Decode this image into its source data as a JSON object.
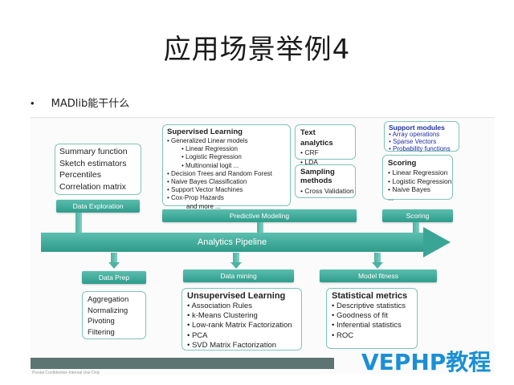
{
  "slide": {
    "title": "应用场景举例4",
    "bullet_marker": "•",
    "bullet_text": "MADlib能干什么"
  },
  "diagram": {
    "pipeline_label": "Analytics Pipeline",
    "left_box": [
      "Summary function",
      "Sketch estimators",
      "Percentiles",
      "Correlation matrix"
    ],
    "supervised": {
      "header": "Supervised Learning",
      "lines": [
        "• Generalized Linear models",
        "• Linear Regression",
        "• Logistic Regression",
        "• Multinomial logit ...",
        "• Decision Trees and Random Forest",
        "• Naive Bayes Classification",
        "• Support Vector Machines",
        "• Cox-Prop Hazards",
        "and more ..."
      ]
    },
    "text_analytics": {
      "header": "Text analytics",
      "lines": [
        "• CRF",
        "• LDA"
      ]
    },
    "sampling": {
      "header": "Sampling methods",
      "lines": [
        "• Cross Validation"
      ]
    },
    "support": {
      "header": "Support modules",
      "lines": [
        "• Array operations",
        "• Sparse Vectors",
        "• Probability functions"
      ]
    },
    "scoring": {
      "header": "Scoring",
      "lines": [
        "• Linear Regression",
        "• Logistic Regression",
        "• Naive Bayes",
        "..."
      ]
    },
    "bars": {
      "data_exploration": "Data Exploration",
      "predictive_modeling": "Predictive Modeling",
      "scoring": "Scoring",
      "data_prep": "Data Prep",
      "data_mining": "Data mining",
      "model_fitness": "Model fitness"
    },
    "data_prep_box": [
      "Aggregation",
      "Normalizing",
      "Pivoting",
      "Filtering"
    ],
    "unsupervised": {
      "header": "Unsupervised Learning",
      "lines": [
        "• Association Rules",
        "• k-Means Clustering",
        "• Low-rank Matrix Factorization",
        "• PCA",
        "• SVD Matrix Factorization"
      ]
    },
    "statistical": {
      "header": "Statistical metrics",
      "lines": [
        "• Descriptive statistics",
        "• Goodness of fit",
        "• Inferential statistics",
        "• ROC"
      ]
    },
    "footer_note": "Pivotal Confidential–Internal Use Only"
  },
  "watermark": "VEPHP教程",
  "colors": {
    "teal": "#3aa595",
    "support_blue": "#1f2f9c",
    "watermark_blue": "#1a8fd6"
  }
}
